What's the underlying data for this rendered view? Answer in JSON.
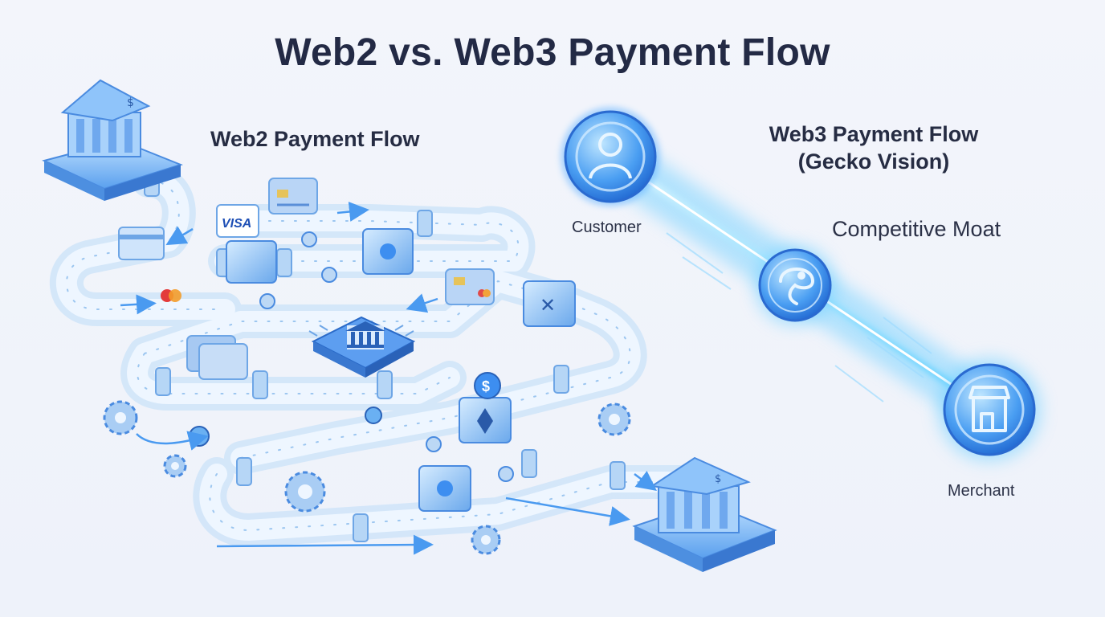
{
  "title": "Web2 vs. Web3 Payment Flow",
  "web2": {
    "title": "Web2 Payment Flow",
    "card_brand": "VISA"
  },
  "web3": {
    "title_line1": "Web3 Payment Flow",
    "title_line2": "(Gecko Vision)",
    "customer_label": "Customer",
    "moat_label": "Competitive Moat",
    "merchant_label": "Merchant"
  },
  "colors": {
    "title": "#232a45",
    "pipe": "#bcd8f5",
    "accent": "#3d8ef0",
    "beam": "#4fc3ff"
  }
}
